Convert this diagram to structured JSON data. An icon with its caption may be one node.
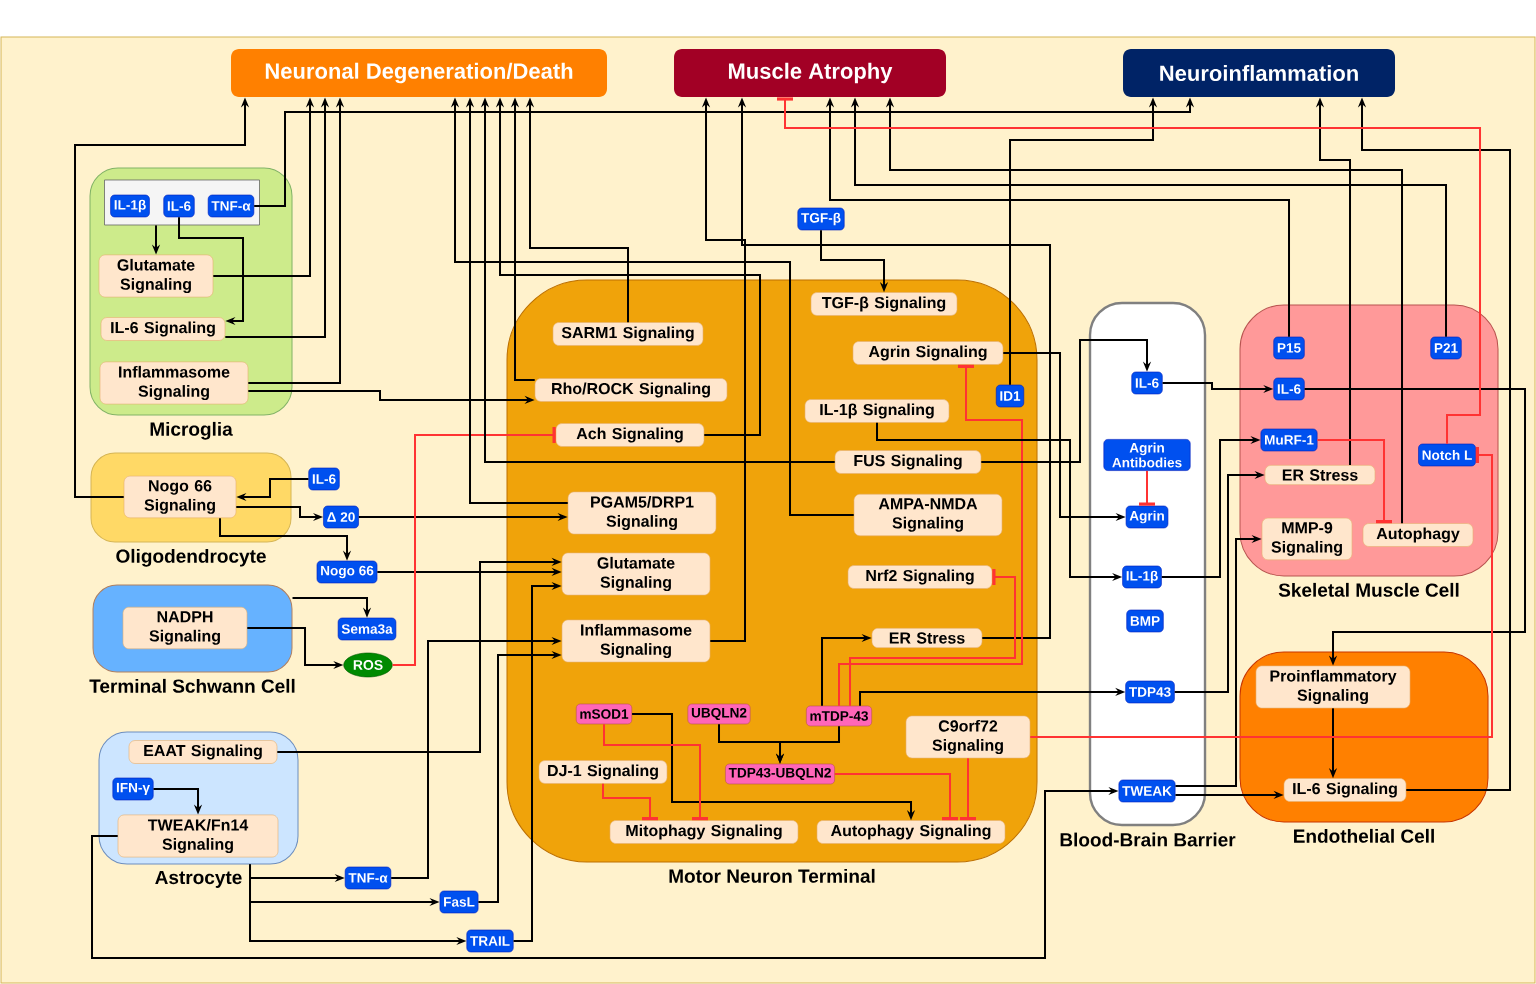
{
  "diagram": {
    "nodes": [
      {
        "text": [
          "Neuronal Degeneration/Death"
        ]
      },
      {
        "text": [
          "Muscle Atrophy"
        ]
      },
      {
        "text": [
          "Neuroinflammation"
        ]
      },
      {
        "text": [
          "Microglia"
        ]
      },
      {
        "text": [],
        "shape": "box",
        "in": 3
      },
      {
        "text": [
          "IL-1β"
        ],
        "in": 4
      },
      {
        "text": [
          "IL-6"
        ],
        "in": 4
      },
      {
        "text": [
          "TNF-α"
        ],
        "in": 4
      },
      {
        "text": [
          "Glutamate Signaling"
        ],
        "in": 3
      },
      {
        "text": [
          "IL-6 Signaling"
        ],
        "in": 3
      },
      {
        "text": [
          "Inflammasome Signaling"
        ],
        "in": 3
      },
      {
        "text": [
          "Oligodendrocyte"
        ]
      },
      {
        "text": [
          "Nogo 66 Signaling"
        ],
        "in": 11
      },
      {
        "text": [
          "IL-6"
        ]
      },
      {
        "text": [
          "Δ 20"
        ]
      },
      {
        "text": [
          "Nogo 66"
        ]
      },
      {
        "text": [
          "Terminal Schwann Cell"
        ]
      },
      {
        "text": [
          "NADPH Signaling"
        ],
        "in": 16
      },
      {
        "text": [
          "Sema3a"
        ]
      },
      {
        "text": [
          "ROS"
        ]
      },
      {
        "text": [
          "Astrocyte"
        ]
      },
      {
        "text": [
          "EAAT Signaling"
        ],
        "in": 20
      },
      {
        "text": [
          "IFN-γ"
        ],
        "in": 20
      },
      {
        "text": [
          "TWEAK/Fn14 Signaling"
        ],
        "in": 20
      },
      {
        "text": [
          "TNF-α"
        ]
      },
      {
        "text": [
          "FasL"
        ]
      },
      {
        "text": [
          "TRAIL"
        ]
      },
      {
        "text": [
          "TGF-β"
        ]
      },
      {
        "text": [
          "Motor Neuron Terminal"
        ]
      },
      {
        "text": [
          "SARM1 Signaling"
        ],
        "in": 28
      },
      {
        "text": [
          "TGF-β Signaling"
        ],
        "in": 28
      },
      {
        "text": [
          "Agrin Signaling"
        ],
        "in": 28
      },
      {
        "text": [
          "Rho/ROCK Signaling"
        ],
        "in": 28
      },
      {
        "text": [
          "IL-1β Signaling"
        ],
        "in": 28
      },
      {
        "text": [
          "ID1"
        ],
        "in": 28
      },
      {
        "text": [
          "Ach Signaling"
        ],
        "in": 28
      },
      {
        "text": [
          "FUS Signaling"
        ],
        "in": 28
      },
      {
        "text": [
          "PGAM5/DRP1 Signaling"
        ],
        "in": 28
      },
      {
        "text": [
          "AMPA-NMDA Signaling"
        ],
        "in": 28
      },
      {
        "text": [
          "Glutamate Signaling"
        ],
        "in": 28
      },
      {
        "text": [
          "Nrf2 Signaling"
        ],
        "in": 28
      },
      {
        "text": [
          "Inflammasome Signaling"
        ],
        "in": 28
      },
      {
        "text": [
          "ER Stress"
        ],
        "in": 28
      },
      {
        "text": [
          "mSOD1"
        ],
        "in": 28
      },
      {
        "text": [
          "UBQLN2"
        ],
        "in": 28
      },
      {
        "text": [
          "mTDP-43"
        ],
        "in": 28
      },
      {
        "text": [
          "C9orf72 Signaling"
        ],
        "in": 28
      },
      {
        "text": [
          "TDP43-UBQLN2"
        ],
        "in": 28
      },
      {
        "text": [
          "DJ-1 Signaling"
        ],
        "in": 28
      },
      {
        "text": [
          "Mitophagy Signaling"
        ],
        "in": 28
      },
      {
        "text": [
          "Autophagy Signaling"
        ],
        "in": 28
      },
      {
        "text": [
          "Blood-Brain Barrier"
        ]
      },
      {
        "text": [
          "IL-6"
        ],
        "in": 51
      },
      {
        "text": [
          "Agrin Antibodies"
        ],
        "in": 51
      },
      {
        "text": [
          "Agrin"
        ],
        "in": 51
      },
      {
        "text": [
          "IL-1β"
        ],
        "in": 51
      },
      {
        "text": [
          "BMP"
        ],
        "in": 51
      },
      {
        "text": [
          "TDP43"
        ],
        "in": 51
      },
      {
        "text": [
          "TWEAK"
        ],
        "in": 51
      },
      {
        "text": [
          "Skeletal Muscle Cell"
        ]
      },
      {
        "text": [
          "P15"
        ],
        "in": 59
      },
      {
        "text": [
          "P21"
        ],
        "in": 59
      },
      {
        "text": [
          "IL-6"
        ],
        "in": 59
      },
      {
        "text": [
          "MuRF-1"
        ],
        "in": 59
      },
      {
        "text": [
          "Notch L"
        ],
        "in": 59
      },
      {
        "text": [
          "ER Stress"
        ],
        "in": 59
      },
      {
        "text": [
          "MMP-9 Signaling"
        ],
        "in": 59
      },
      {
        "text": [
          "Autophagy"
        ],
        "in": 59
      },
      {
        "text": [
          "Endothelial Cell"
        ]
      },
      {
        "text": [
          "Proinflammatory Signaling"
        ],
        "in": 68
      },
      {
        "text": [
          "IL-6 Signaling"
        ],
        "in": 68
      }
    ],
    "edges": [
      {
        "from": 4,
        "to": 8,
        "arrow": "to"
      },
      {
        "from": 6,
        "to": 9,
        "arrow": "to"
      },
      {
        "from": 7,
        "to": 2,
        "arrow": "to"
      },
      {
        "from": 8,
        "to": 0,
        "arrow": "to"
      },
      {
        "from": 9,
        "to": 0,
        "arrow": "to"
      },
      {
        "from": 10,
        "to": 0,
        "arrow": "to"
      },
      {
        "from": 10,
        "to": 32,
        "arrow": "to"
      },
      {
        "from": 12,
        "to": 0,
        "arrow": "to"
      },
      {
        "from": 13,
        "to": 12,
        "arrow": "to"
      },
      {
        "from": 12,
        "to": 14,
        "arrow": "to"
      },
      {
        "from": 12,
        "to": 15,
        "arrow": "to"
      },
      {
        "from": 14,
        "to": 37,
        "arrow": "to"
      },
      {
        "from": 15,
        "to": 39,
        "arrow": "to"
      },
      {
        "from": 16,
        "to": 18,
        "arrow": "to"
      },
      {
        "from": 17,
        "to": 19,
        "arrow": "to"
      },
      {
        "from": 19,
        "to": 35,
        "arrow": "other",
        "color": "#ff3333"
      },
      {
        "from": 22,
        "to": 23,
        "arrow": "to"
      },
      {
        "from": 20,
        "to": 24,
        "arrow": "to"
      },
      {
        "from": 20,
        "to": 25,
        "arrow": "to"
      },
      {
        "from": 20,
        "to": 26,
        "arrow": "to"
      },
      {
        "from": 21,
        "to": 39,
        "arrow": "to"
      },
      {
        "from": 24,
        "to": 41,
        "arrow": "to"
      },
      {
        "from": 25,
        "to": 41,
        "arrow": "to"
      },
      {
        "from": 26,
        "to": 39,
        "arrow": "to"
      },
      {
        "from": 23,
        "to": 58,
        "arrow": "to"
      },
      {
        "from": 27,
        "to": 30,
        "arrow": "to"
      },
      {
        "from": 29,
        "to": 0,
        "arrow": "to"
      },
      {
        "from": 32,
        "to": 0,
        "arrow": "to"
      },
      {
        "from": 35,
        "to": 0,
        "arrow": "to"
      },
      {
        "from": 36,
        "to": 0,
        "arrow": "to"
      },
      {
        "from": 37,
        "to": 0,
        "arrow": "to"
      },
      {
        "from": 38,
        "to": 0,
        "arrow": "to"
      },
      {
        "from": 41,
        "to": 1,
        "arrow": "to"
      },
      {
        "from": 42,
        "to": 1,
        "arrow": "to"
      },
      {
        "from": 44,
        "to": 47,
        "arrow": "to"
      },
      {
        "from": 45,
        "to": 47,
        "arrow": "to"
      },
      {
        "from": 45,
        "to": 42,
        "arrow": "to"
      },
      {
        "from": 45,
        "to": 57,
        "arrow": "to"
      },
      {
        "from": 45,
        "to": 40,
        "arrow": "other",
        "color": "#ff3333"
      },
      {
        "from": 45,
        "to": 31,
        "arrow": "other",
        "color": "#ff3333"
      },
      {
        "from": 43,
        "to": 50,
        "arrow": "to"
      },
      {
        "from": 43,
        "to": 49,
        "arrow": "other",
        "color": "#ff3333"
      },
      {
        "from": 48,
        "to": 49,
        "arrow": "other",
        "color": "#ff3333"
      },
      {
        "from": 47,
        "to": 50,
        "arrow": "other",
        "color": "#ff3333"
      },
      {
        "from": 46,
        "to": 50,
        "arrow": "other",
        "color": "#ff3333"
      },
      {
        "from": 31,
        "to": 54,
        "arrow": "to"
      },
      {
        "from": 33,
        "to": 55,
        "arrow": "to"
      },
      {
        "from": 36,
        "to": 52,
        "arrow": "to"
      },
      {
        "from": 34,
        "to": 2,
        "arrow": "to"
      },
      {
        "from": 53,
        "to": 54,
        "arrow": "other",
        "color": "#ff3333"
      },
      {
        "from": 52,
        "to": 62,
        "arrow": "to"
      },
      {
        "from": 55,
        "to": 63,
        "arrow": "to"
      },
      {
        "from": 57,
        "to": 65,
        "arrow": "to"
      },
      {
        "from": 58,
        "to": 66,
        "arrow": "to"
      },
      {
        "from": 58,
        "to": 70,
        "arrow": "to"
      },
      {
        "from": 62,
        "to": 69,
        "arrow": "to"
      },
      {
        "from": 69,
        "to": 70,
        "arrow": "to"
      },
      {
        "from": 70,
        "to": 2,
        "arrow": "to"
      },
      {
        "from": 65,
        "to": 2,
        "arrow": "to"
      },
      {
        "from": 60,
        "to": 1,
        "arrow": "to"
      },
      {
        "from": 61,
        "to": 1,
        "arrow": "to"
      },
      {
        "from": 67,
        "to": 1,
        "arrow": "to"
      },
      {
        "from": 63,
        "to": 67,
        "arrow": "other",
        "color": "#ff3333"
      },
      {
        "from": 64,
        "to": 1,
        "arrow": "other",
        "color": "#ff3333"
      },
      {
        "from": 46,
        "to": 64,
        "arrow": "other",
        "color": "#ff3333"
      }
    ]
  }
}
